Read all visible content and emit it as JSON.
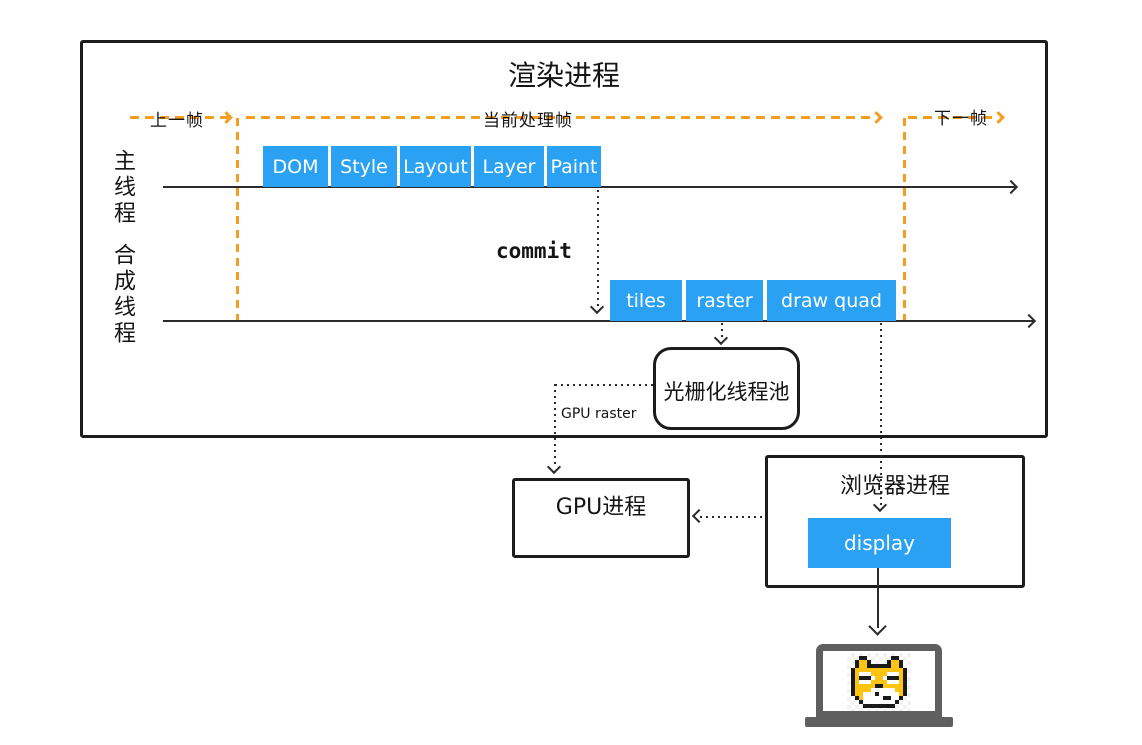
{
  "colors": {
    "accent_blue": "#2aa1f2",
    "accent_orange": "#f59d20",
    "line_ink": "#2b2b2b",
    "laptop_gray": "#5f5f5f",
    "doge_yellow": "#ffc312"
  },
  "render_process": {
    "title": "渲染进程",
    "frame_markers": {
      "prev": "上一帧",
      "current": "当前处理帧",
      "next": "下一帧"
    },
    "main_thread": {
      "label": "主线程",
      "stages": [
        "DOM",
        "Style",
        "Layout",
        "Layer",
        "Paint"
      ]
    },
    "commit_label": "commit",
    "compositor_thread": {
      "label": "合成线程",
      "stages": [
        "tiles",
        "raster",
        "draw quad"
      ]
    },
    "raster_pool": {
      "label": "光栅化线程池"
    },
    "gpu_raster_label": "GPU raster"
  },
  "gpu_process": {
    "label": "GPU进程"
  },
  "browser_process": {
    "label": "浏览器进程",
    "display_label": "display"
  },
  "laptop": {
    "screen_icon": "doge-face"
  }
}
